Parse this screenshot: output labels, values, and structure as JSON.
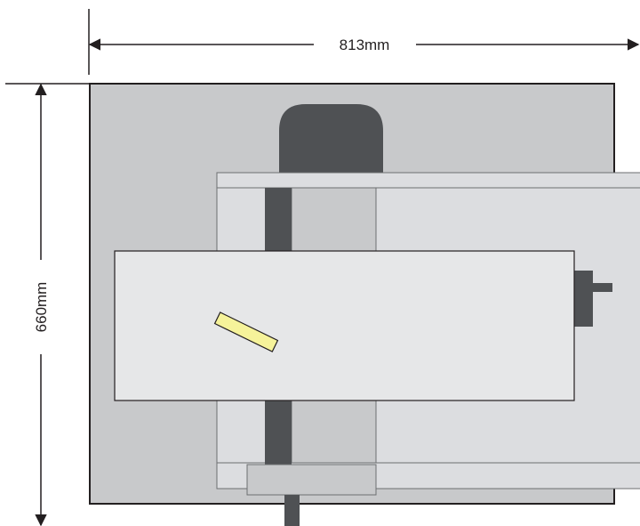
{
  "dimensions": {
    "width_label": "813mm",
    "height_label": "660mm"
  },
  "colors": {
    "base_plate": "#c8c9cb",
    "outline": "#231f20",
    "rail_assembly": "#dcdde0",
    "carriage_table": "#e6e7e8",
    "dark_component": "#4f5154",
    "yellow_part": "#f6f39a",
    "dimension_line": "#231f20"
  },
  "components": [
    "base-plate",
    "rear-motor-housing",
    "rail-assembly",
    "lead-screw",
    "carriage-table",
    "yellow-workpiece",
    "side-motor-block",
    "side-motor-shaft",
    "front-bracket",
    "front-shaft"
  ]
}
